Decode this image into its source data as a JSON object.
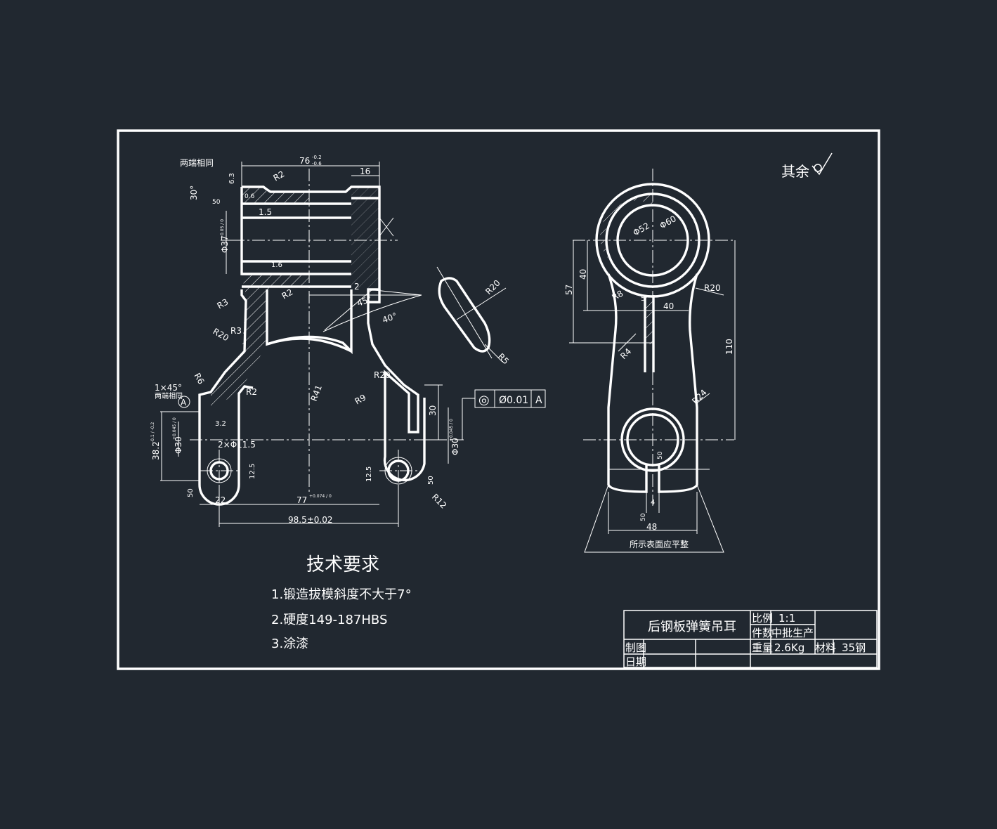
{
  "drawing": {
    "roughness_note": {
      "label": "其余"
    },
    "tech_requirements": {
      "title": "技术要求",
      "items": [
        "1.锻造拔模斜度不大于7°",
        "2.硬度149-187HBS",
        "3.涂漆"
      ]
    },
    "front_view": {
      "labels": {
        "same_both_ends": "两端相同",
        "dim_76": "76",
        "dim_76_tol_up": "-0.2",
        "dim_76_tol_dn": "-0.6",
        "dim_16": "16",
        "dim_r2_top": "R2",
        "dim_r2_mid": "R2",
        "dim_r2_low": "R2",
        "dim_30deg": "30°",
        "dim_63": "6.3",
        "dim_50a": "50",
        "dim_0_6": "0.6",
        "dim_1_5": "1.5",
        "dim_1_6": "1.6",
        "dim_37": "Φ37",
        "dim_37_tol": "+0.05 / 0",
        "dim_r3a": "R3",
        "dim_r3b": "R3",
        "dim_r20a": "R20",
        "dim_r20b": "R20",
        "dim_2": "2",
        "dim_45deg": "45°",
        "dim_40deg": "40°",
        "dim_r6": "R6",
        "chamfer": "1×45°",
        "same_both_ends_2": "两端相同",
        "datum": "A",
        "dim_3_2": "3.2",
        "dim_2x": "2×Φ11.5",
        "dim_38_2": "38.2",
        "dim_38_2_tol": "-0.1 / -0.2",
        "dim_30a": "Φ30",
        "dim_30a_tol": "+0.045 / 0",
        "dim_r41": "R41",
        "dim_r9": "R9",
        "dim_30v": "30",
        "dim_30b": "Φ30",
        "dim_30b_tol": "+0.045 / 0",
        "dim_12_5a": "12.5",
        "dim_12_5b": "12.5",
        "dim_50b": "50",
        "dim_50c": "50",
        "dim_22": "22",
        "dim_77": "77",
        "dim_77_tol": "+0.074 / 0",
        "dim_r12": "R12",
        "dim_98_5": "98.5±0.02"
      },
      "tolerance_frame": {
        "symbol": "◎",
        "value": "Ø0.01",
        "datum": "A"
      }
    },
    "section_view": {
      "labels": {
        "dim_r20": "R20",
        "dim_r5": "R5"
      }
    },
    "side_view": {
      "labels": {
        "dim_52": "Φ52",
        "dim_60": "Φ60",
        "dim_40v": "40",
        "dim_57": "57",
        "dim_r8": "R8",
        "dim_5": "5",
        "dim_40h": "40",
        "dim_r20": "R20",
        "dim_110": "110",
        "dim_r4": "R4",
        "dim_r24": "R24",
        "dim_50": "50",
        "dim_4": "4",
        "dim_50b": "50",
        "dim_48": "48",
        "surface_note": "所示表面应平整"
      }
    },
    "title_block": {
      "part_name": "后钢板弹簧吊耳",
      "scale_label": "比例",
      "scale_value": "1:1",
      "qty_label": "件数",
      "qty_value": "中批生产",
      "drawn_label": "制图",
      "date_label": "日期",
      "weight_label": "重量",
      "weight_value": "2.6Kg",
      "material_label": "材料",
      "material_value": "35钢"
    }
  }
}
